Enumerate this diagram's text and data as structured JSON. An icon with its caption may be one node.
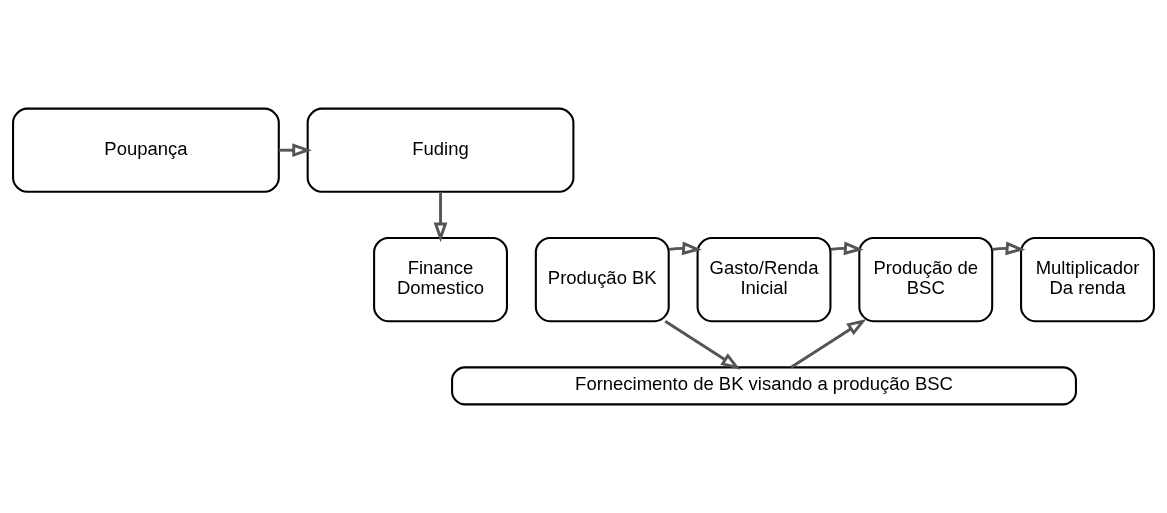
{
  "diagram": {
    "nodes": [
      {
        "text": [
          "Fuding"
        ]
      },
      {
        "text": [
          "Poupança"
        ]
      },
      {
        "text": [
          "Finance Domestico"
        ]
      },
      {
        "text": [
          "Produção BK"
        ]
      },
      {
        "text": [
          "Gasto/Renda Inicial"
        ]
      },
      {
        "text": [
          "Produção de BSC"
        ]
      },
      {
        "text": [
          "Multiplicador Da renda"
        ]
      },
      {
        "text": [
          "Fornecimento de BK visando a produção BSC"
        ]
      }
    ],
    "edges": [
      {
        "from": 1,
        "to": 0,
        "arrow": "to"
      },
      {
        "from": 0,
        "to": 2,
        "arrow": "to"
      },
      {
        "from": 3,
        "to": 4,
        "arrow": "to"
      },
      {
        "from": 4,
        "to": 5,
        "arrow": "to"
      },
      {
        "from": 5,
        "to": 6,
        "arrow": "to"
      },
      {
        "from": 3,
        "to": 7,
        "arrow": "to"
      },
      {
        "from": 7,
        "to": 5,
        "arrow": "to"
      }
    ]
  }
}
